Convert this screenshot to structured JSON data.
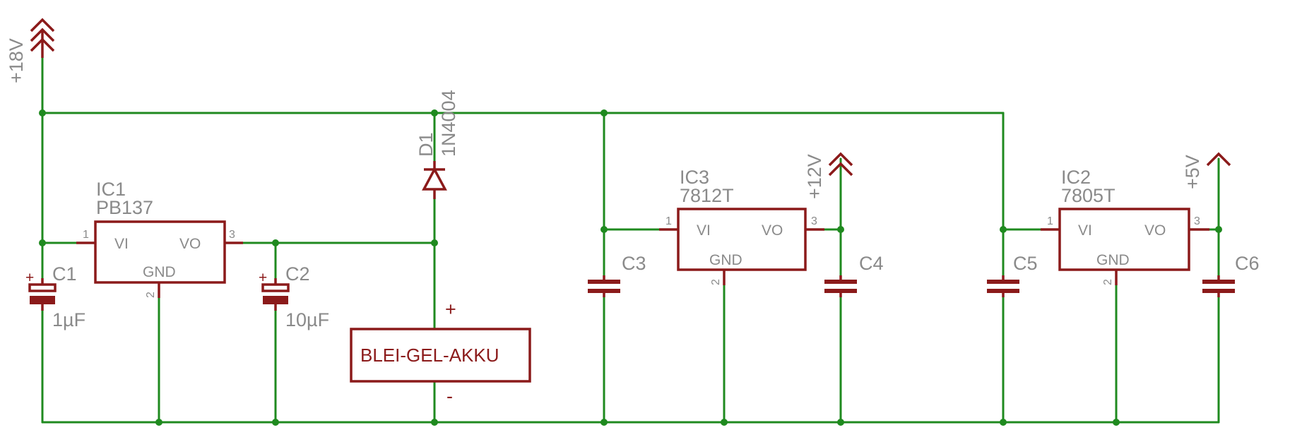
{
  "supply": {
    "plus18": "+18V",
    "plus12": "+12V",
    "plus5": "+5V"
  },
  "ic1": {
    "name": "IC1",
    "value": "PB137",
    "vi": "VI",
    "vo": "VO",
    "gnd": "GND",
    "pin1": "1",
    "pin2": "2",
    "pin3": "3"
  },
  "ic3": {
    "name": "IC3",
    "value": "7812T",
    "vi": "VI",
    "vo": "VO",
    "gnd": "GND",
    "pin1": "1",
    "pin2": "2",
    "pin3": "3"
  },
  "ic2": {
    "name": "IC2",
    "value": "7805T",
    "vi": "VI",
    "vo": "VO",
    "gnd": "GND",
    "pin1": "1",
    "pin2": "2",
    "pin3": "3"
  },
  "c1": {
    "name": "C1",
    "value": "1µF",
    "polarity": "+"
  },
  "c2": {
    "name": "C2",
    "value": "10µF",
    "polarity": "+"
  },
  "c3": {
    "name": "C3"
  },
  "c4": {
    "name": "C4"
  },
  "c5": {
    "name": "C5"
  },
  "c6": {
    "name": "C6"
  },
  "d1": {
    "name": "D1",
    "value": "1N4004"
  },
  "battery": {
    "label": "BLEI-GEL-AKKU",
    "plus": "+",
    "minus": "-"
  },
  "colors": {
    "wire": "#1f8a1f",
    "symbol": "#8b1a1a",
    "label": "#8a8a8a"
  }
}
